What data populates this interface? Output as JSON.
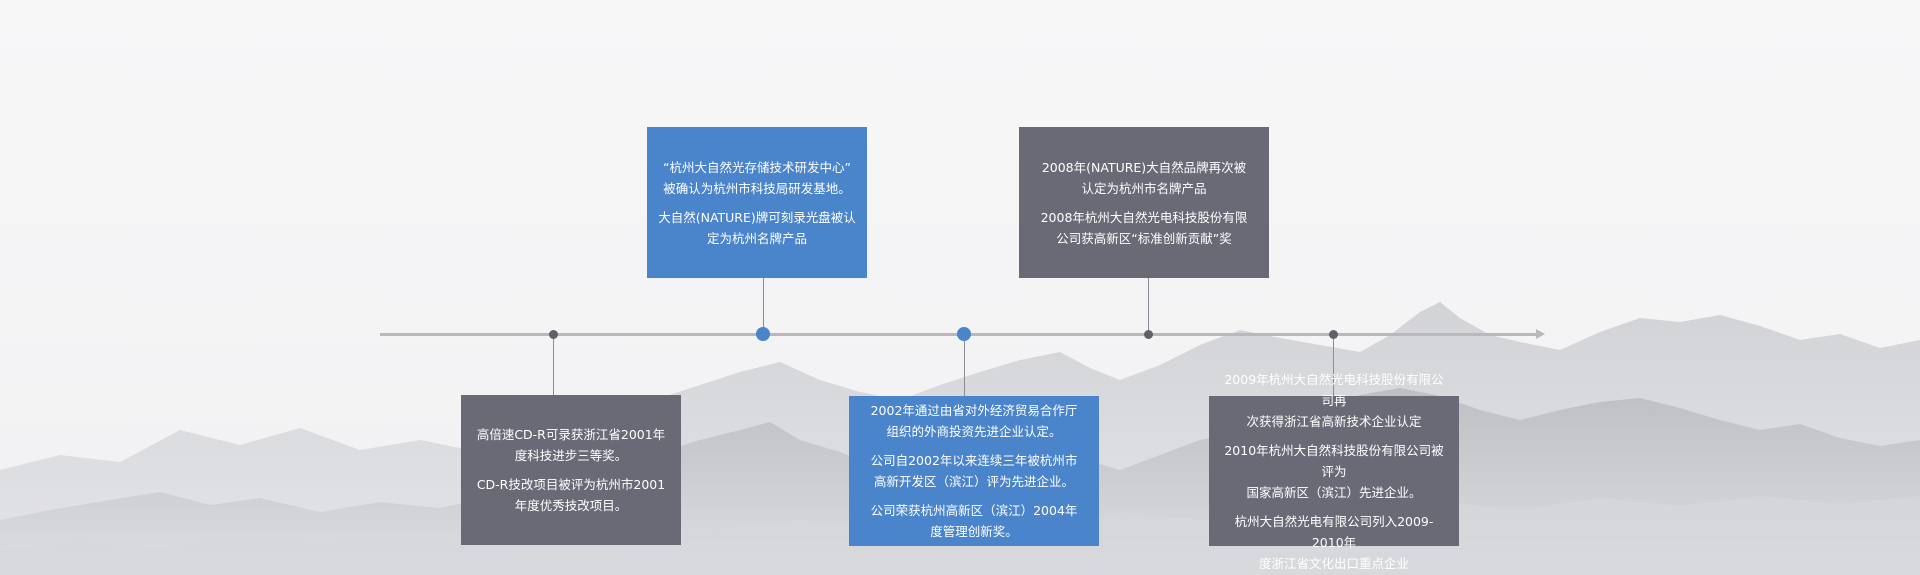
{
  "colors": {
    "background": "#f7f7f8",
    "axis": "#b8b8bd",
    "blue_card": "#4a84cb",
    "gray_card": "#696a76",
    "dot_small": "#5f6068",
    "dot_large": "#4a84cb"
  },
  "timeline": {
    "cards": [
      {
        "color": "gray",
        "paragraphs": [
          "高倍速CD-R可录获浙江省2001年\n度科技进步三等奖。",
          "CD-R技改项目被评为杭州市2001\n年度优秀技改项目。"
        ]
      },
      {
        "color": "blue",
        "paragraphs": [
          "“杭州大自然光存储技术研发中心”\n被确认为杭州市科技局研发基地。",
          "大自然(NATURE)牌可刻录光盘被认\n定为杭州名牌产品"
        ]
      },
      {
        "color": "blue",
        "paragraphs": [
          "2002年通过由省对外经济贸易合作厅\n组织的外商投资先进企业认定。",
          "公司自2002年以来连续三年被杭州市\n高新开发区（滨江）评为先进企业。",
          "公司荣获杭州高新区（滨江）2004年\n度管理创新奖。"
        ]
      },
      {
        "color": "gray",
        "paragraphs": [
          "2008年(NATURE)大自然品牌再次被\n认定为杭州市名牌产品",
          "2008年杭州大自然光电科技股份有限\n公司获高新区“标准创新贡献”奖"
        ]
      },
      {
        "color": "gray",
        "paragraphs": [
          "2009年杭州大自然光电科技股份有限公司再\n次获得浙江省高新技术企业认定",
          "2010年杭州大自然科技股份有限公司被评为\n国家高新区（滨江）先进企业。",
          "杭州大自然光电有限公司列入2009-2010年\n度浙江省文化出口重点企业"
        ]
      }
    ]
  }
}
